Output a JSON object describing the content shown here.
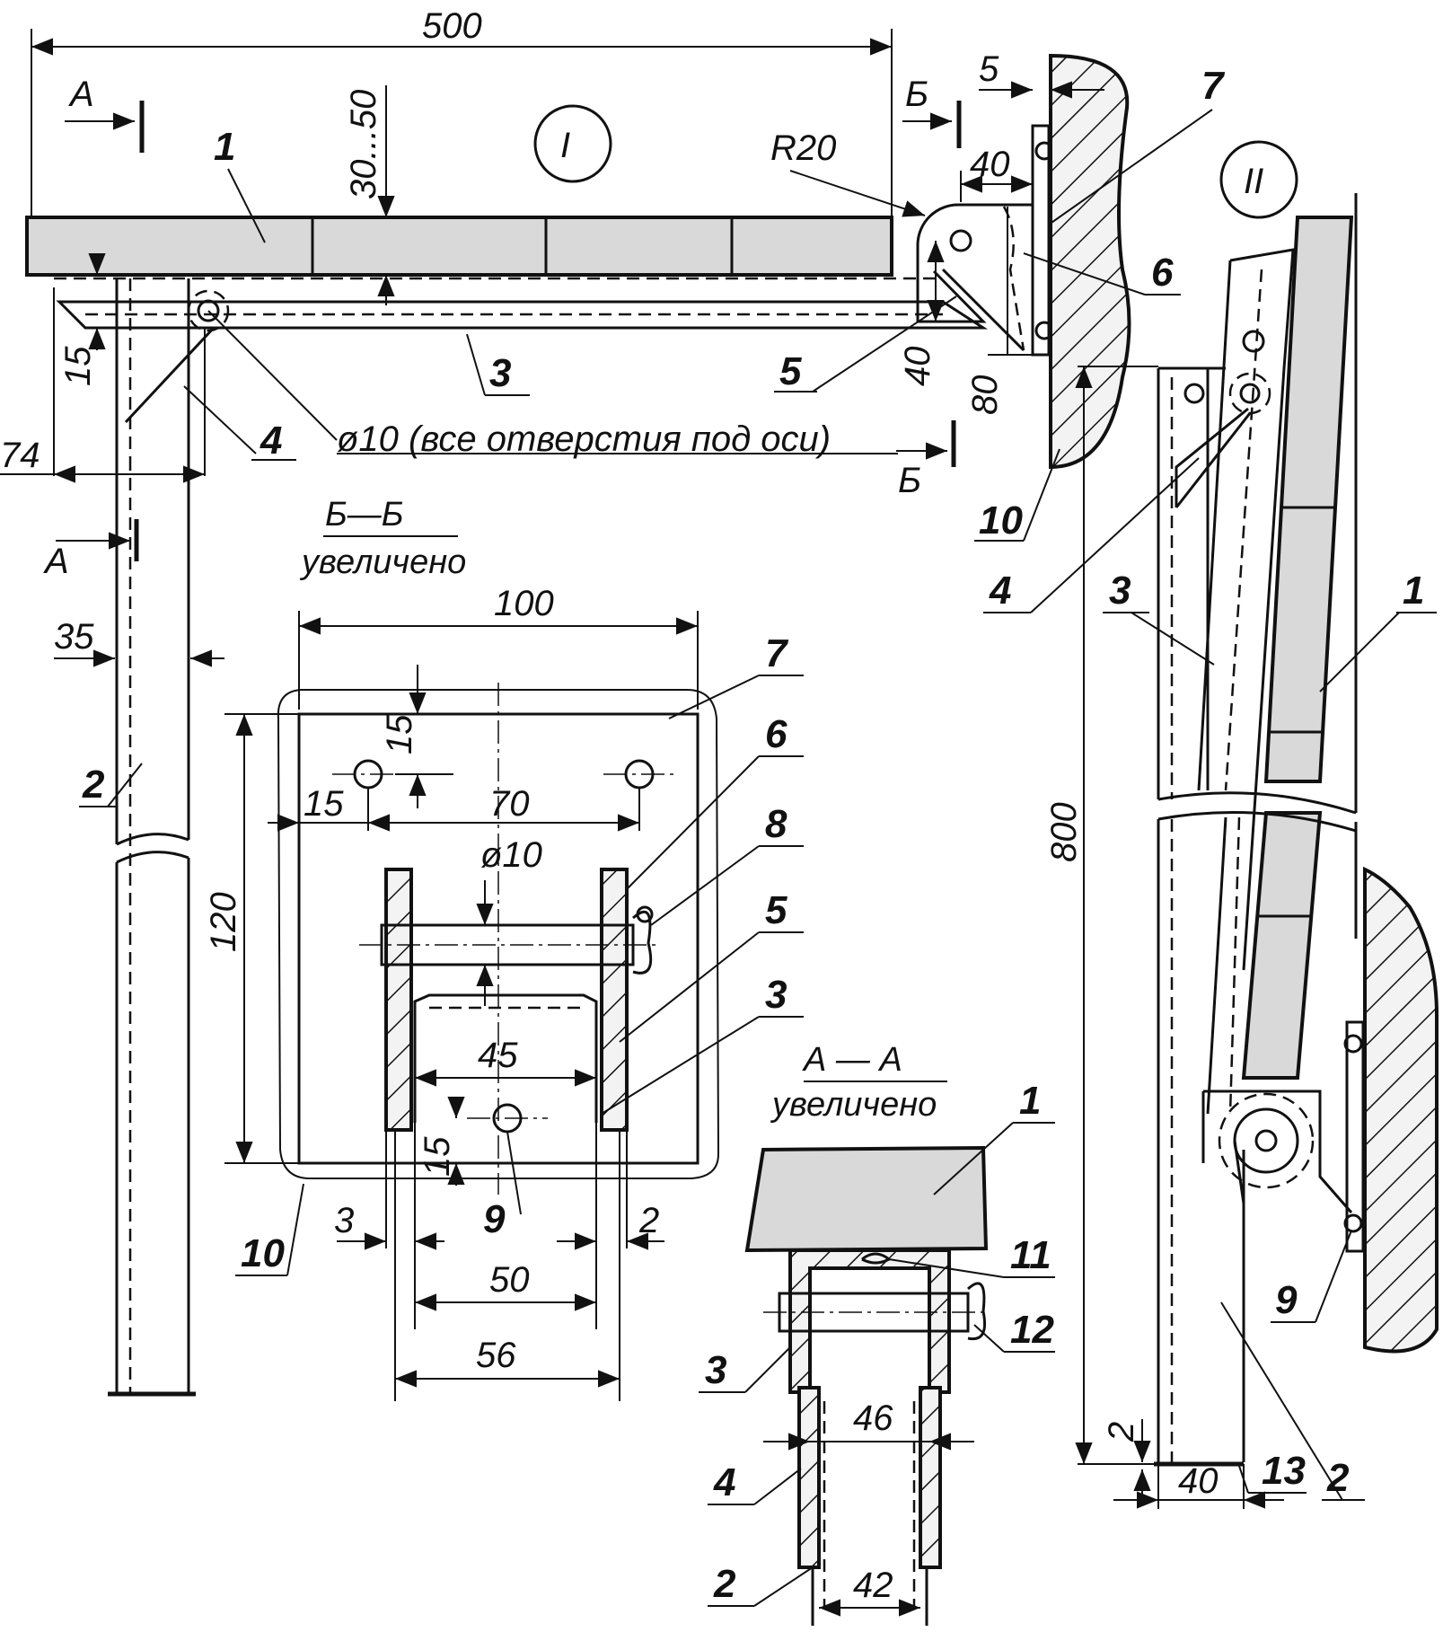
{
  "views": {
    "view_1": "I",
    "view_2": "II",
    "section_bb_title": "Б—Б",
    "section_bb_subtitle": "увеличено",
    "section_aa_title": "А — А",
    "section_aa_subtitle": "увеличено"
  },
  "section_marks": {
    "a": "А",
    "b": "Б"
  },
  "parts": [
    "1",
    "2",
    "3",
    "4",
    "5",
    "6",
    "7",
    "8",
    "9",
    "10",
    "11",
    "12",
    "13"
  ],
  "dimensions": {
    "top_length": "500",
    "top_gap": "30...50",
    "radius": "R20",
    "wall_5": "5",
    "bracket_40_top": "40",
    "bracket_40_side": "40",
    "bracket_80": "80",
    "leg_15": "15",
    "leg_74": "74",
    "leg_35": "35",
    "hole_note": "ø10 (все отверстия под оси)",
    "bb_100": "100",
    "bb_120": "120",
    "bb_15_top": "15",
    "bb_15_left": "15",
    "bb_70": "70",
    "bb_d10": "ø10",
    "bb_45": "45",
    "bb_15_low": "15",
    "bb_3": "3",
    "bb_2": "2",
    "bb_50": "50",
    "bb_56": "56",
    "aa_46": "46",
    "aa_42": "42",
    "side_800": "800",
    "side_2": "2",
    "side_40": "40"
  }
}
